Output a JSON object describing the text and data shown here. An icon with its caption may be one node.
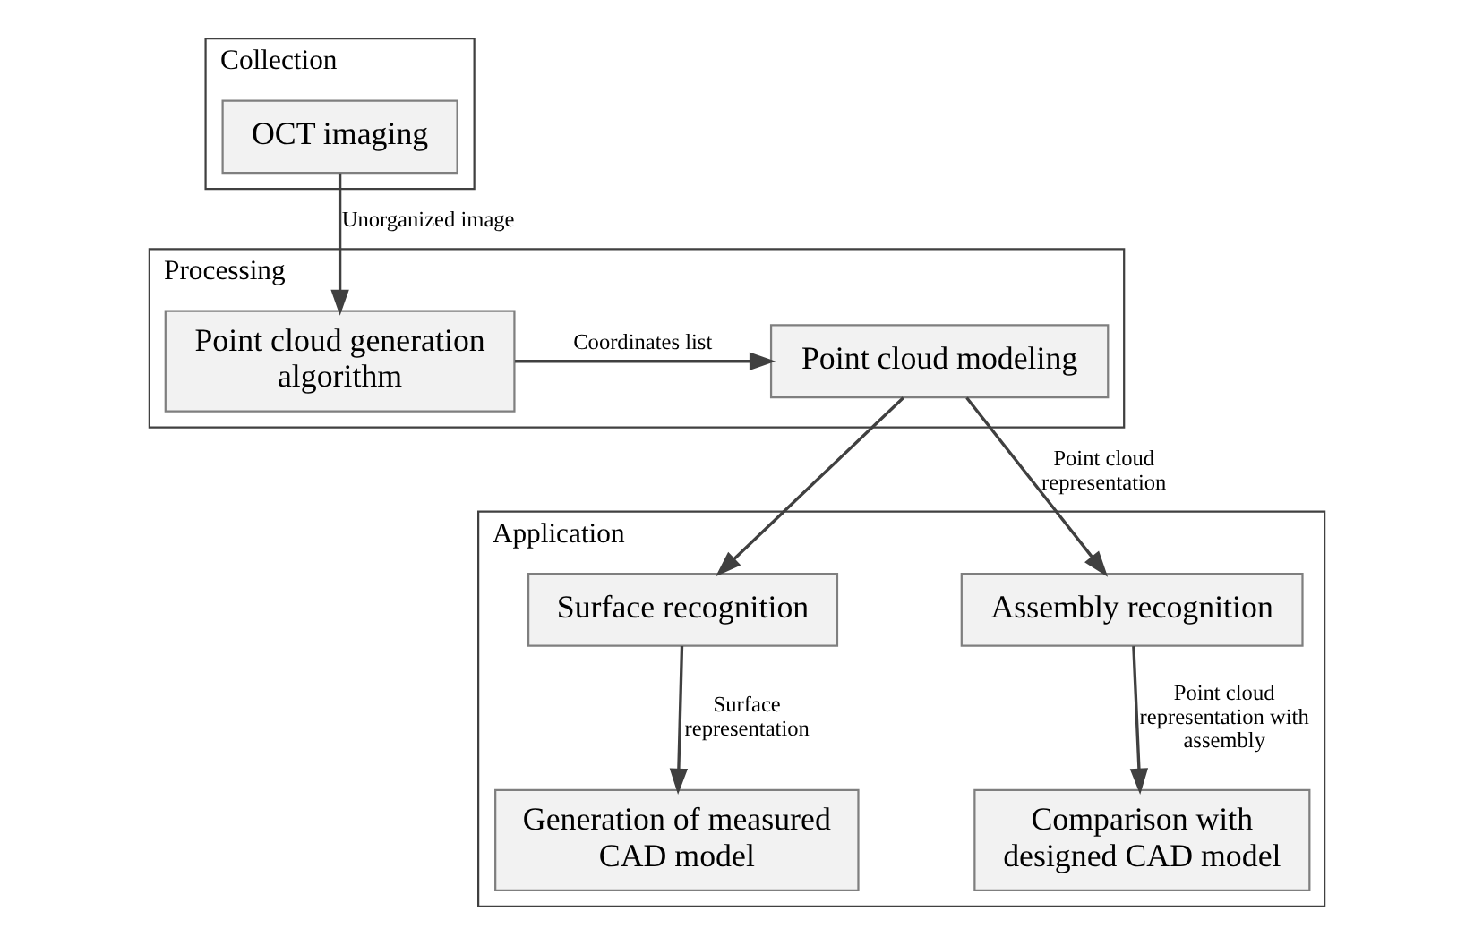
{
  "diagram": {
    "nodes": [
      {
        "text": [
          "Collection"
        ]
      },
      {
        "text": [
          "OCT imaging"
        ],
        "in": 0
      },
      {
        "text": [
          "Processing"
        ]
      },
      {
        "text": [
          "Point cloud generation algorithm"
        ],
        "in": 2
      },
      {
        "text": [
          "Point cloud modeling"
        ],
        "in": 2
      },
      {
        "text": [
          "Application"
        ]
      },
      {
        "text": [
          "Surface recognition"
        ],
        "in": 5
      },
      {
        "text": [
          "Assembly recognition"
        ],
        "in": 5
      },
      {
        "text": [
          "Generation of measured CAD model"
        ],
        "in": 5
      },
      {
        "text": [
          "Comparison with designed CAD model"
        ],
        "in": 5
      }
    ],
    "edges": [
      {
        "from": 1,
        "to": 3,
        "arrow": "to",
        "label": "Unorganized image"
      },
      {
        "from": 3,
        "to": 4,
        "arrow": "to",
        "label": "Coordinates list"
      },
      {
        "from": 4,
        "to": 6,
        "arrow": "to"
      },
      {
        "from": 4,
        "to": 7,
        "arrow": "to",
        "label": "Point cloud representation"
      },
      {
        "from": 6,
        "to": 8,
        "arrow": "to",
        "label": "Surface representation"
      },
      {
        "from": 7,
        "to": 9,
        "arrow": "to",
        "label": "Point cloud representation with assembly"
      }
    ]
  }
}
